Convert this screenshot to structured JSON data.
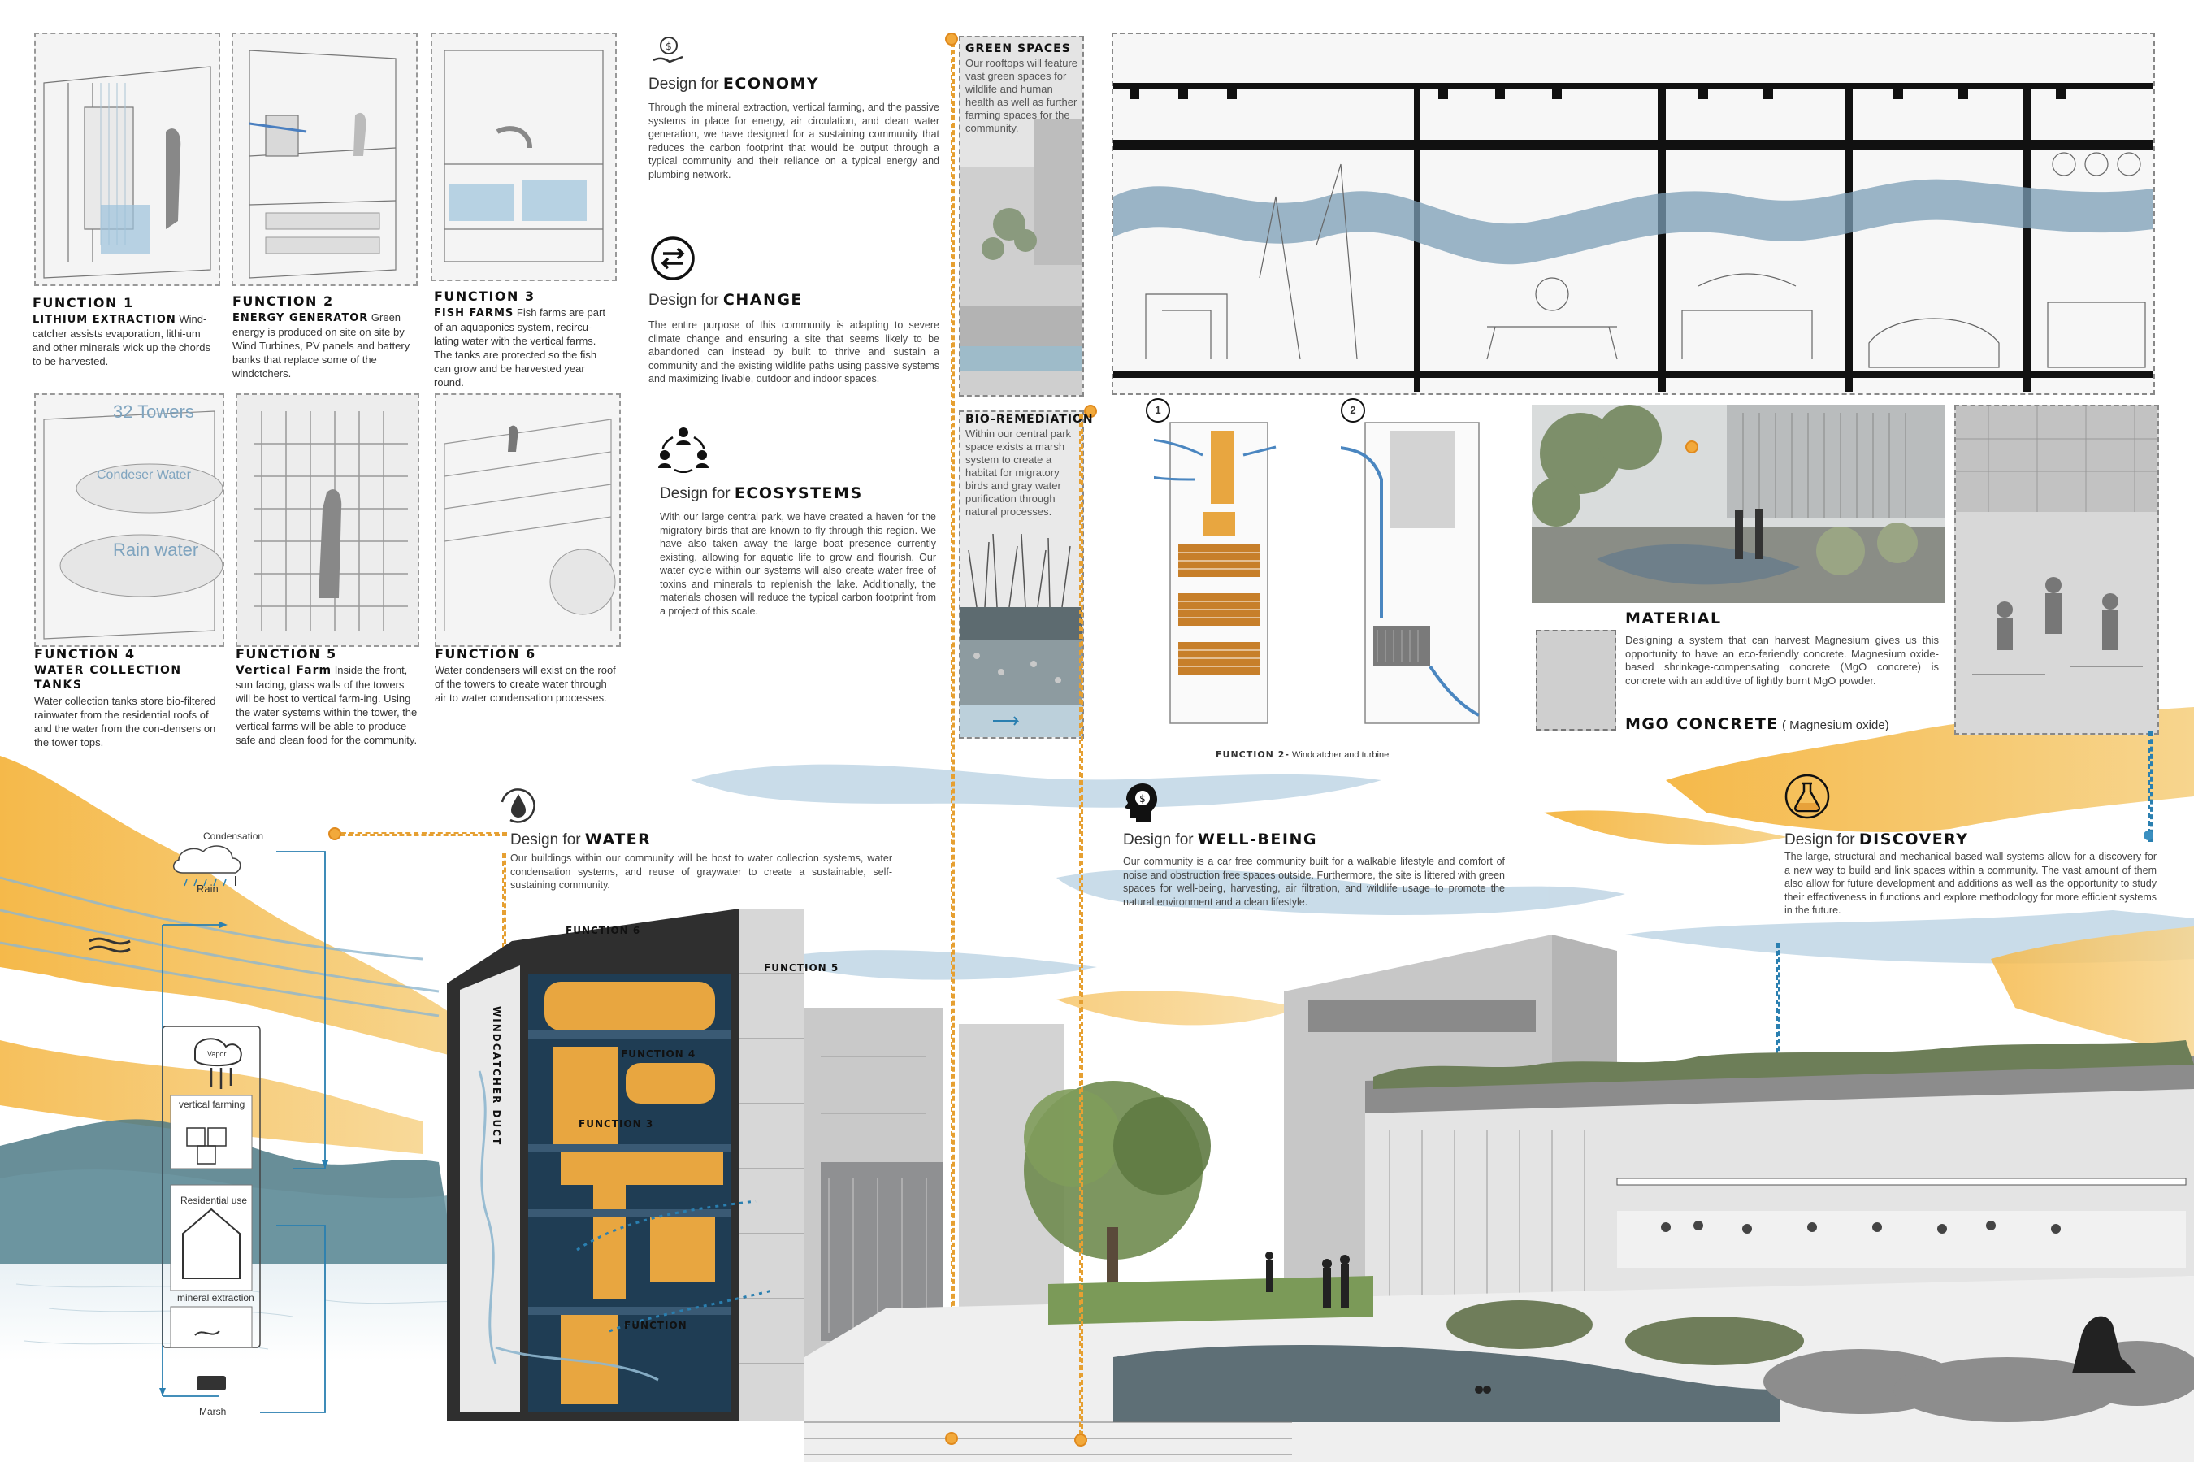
{
  "functions": [
    {
      "title": "FUNCTION 1",
      "subtitle": "LITHIUM EXTRACTION",
      "text": "Wind-catcher assists evaporation, lithi-um and other minerals wick up the chords to be harvested."
    },
    {
      "title": "FUNCTION 2",
      "subtitle": "ENERGY GENERATOR",
      "text": "Green energy is produced on site on site by Wind Turbines, PV panels and battery banks that replace some of the windctchers."
    },
    {
      "title": "FUNCTION 3",
      "subtitle": "FISH FARMS",
      "text": "Fish farms are part of an aquaponics system, recircu-lating water with the vertical farms. The tanks are protected so the fish can grow and be harvested year round."
    },
    {
      "title": "FUNCTION 4",
      "subtitle": "WATER COLLECTION TANKS",
      "text": "Water collection tanks store bio-filtered rainwater from the residential roofs of and the water from the con-densers on the tower tops."
    },
    {
      "title": "FUNCTION 5",
      "subtitle": "Vertical Farm",
      "text": "Inside the front, sun facing, glass walls of the towers will be host to vertical farm-ing. Using the water systems within the tower, the vertical farms will be able to produce safe and clean food for the community."
    },
    {
      "title": "FUNCTION 6",
      "subtitle": "",
      "text": "Water condensers will exist on the roof of the towers to create water through air to water condensation processes."
    }
  ],
  "tanks_labels": {
    "towers": "32 Towers",
    "condenser": "Condeser Water",
    "rain": "Rain water"
  },
  "design": {
    "prefix": "Design for",
    "economy": {
      "title": "ECONOMY",
      "text": "Through the mineral extraction, vertical farming, and the passive systems in place for energy, air circulation, and clean water generation, we have designed for a sustaining community that reduces the carbon footprint that would be output through a typical community and their reliance on a typical energy and plumbing network."
    },
    "change": {
      "title": "CHANGE",
      "text": "The entire purpose of this community is adapting to severe climate change and ensuring a site that seems likely to be abandoned can instead by built to thrive and sustain a community and the existing wildlife paths using passive systems and maximizing livable, outdoor and indoor spaces."
    },
    "ecosystems": {
      "title": "ECOSYSTEMS",
      "text": "With our large central park, we have created a haven for the migratory birds that are known to fly through this region. We have also taken away the large boat presence currently existing, allowing for aquatic life to grow and flourish. Our water cycle within our systems will also create water free of toxins and minerals to replenish the lake. Additionally, the materials chosen will reduce the typical carbon footprint from a project of this scale."
    },
    "water": {
      "title": "WATER",
      "text": "Our buildings within our community will be host to water collection systems, water condensation systems, and reuse of graywater to create a sustainable, self-sustaining community."
    },
    "wellbeing": {
      "title": "WELL-BEING",
      "text": "Our community is a car free community built for a walkable lifestyle and comfort of noise and obstruction free spaces outside. Furthermore, the site is littered with green spaces for well-being, harvesting, air filtration, and wildlife usage to promote the natural environment and a clean lifestyle."
    },
    "discovery": {
      "title": "DISCOVERY",
      "text": "The large, structural and mechanical based wall systems allow for a discovery for a new way to build and link spaces within a community. The vast amount of them also allow for future development and additions as well as the opportunity to study their effectiveness in functions and explore methodology for more efficient systems in the future."
    }
  },
  "green_spaces": {
    "title": "GREEN SPACES",
    "text": "Our rooftops will feature vast green spaces for wildlife and human health as well as further farming spaces for the community."
  },
  "bio": {
    "title": "BIO-REMEDIATION",
    "text": "Within our central park space exists a marsh system to create a habitat for migratory birds and gray water purification through natural processes."
  },
  "windcatcher": {
    "num1": "1",
    "num2": "2",
    "caption_title": "FUNCTION 2-",
    "caption": "Windcatcher and turbine"
  },
  "material": {
    "title": "MATERIAL",
    "text": "Designing a system that can harvest Magnesium gives us this opportunity to have an eco-feriendly concrete. Magnesium oxide-based shrinkage-compensating concrete (MgO concrete) is concrete with an additive of lightly burnt MgO powder.",
    "concrete": "MGO CONCRETE",
    "concrete_sub": "( Magnesium oxide)"
  },
  "cycle": {
    "condensation": "Condensation",
    "rain": "Rain",
    "vapor": "Vapor",
    "vertical": "vertical farming",
    "residential": "Residential use",
    "mineral": "mineral extraction",
    "marsh": "Marsh"
  },
  "section_labels": {
    "f6": "FUNCTION 6",
    "f5": "FUNCTION 5",
    "f4": "FUNCTION 4",
    "f3": "FUNCTION 3",
    "f1": "FUNCTION",
    "duct": "WINDCATCHER DUCT"
  },
  "colors": {
    "accent": "#f2a93b",
    "blue": "#2a7fb0",
    "sky_blue": "#9fbfd6",
    "mountain": "#4d7a86"
  }
}
